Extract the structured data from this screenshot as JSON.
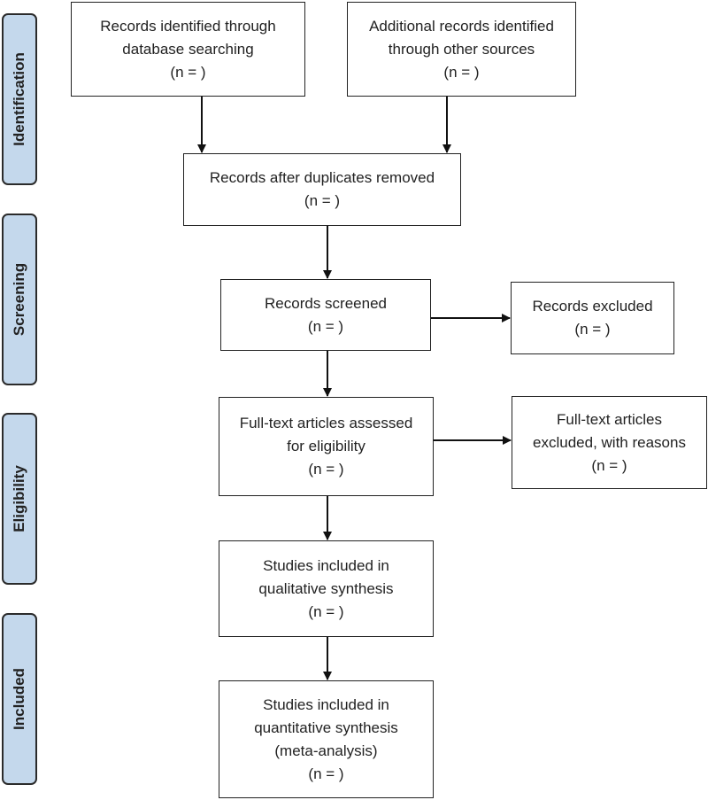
{
  "phases": {
    "identification": "Identification",
    "screening": "Screening",
    "eligibility": "Eligibility",
    "included": "Included"
  },
  "boxes": {
    "db_search": {
      "line1": "Records identified through",
      "line2": "database searching",
      "count": "(n = )"
    },
    "other_sources": {
      "line1": "Additional records identified",
      "line2": "through other sources",
      "count": "(n = )"
    },
    "duplicates_removed": {
      "line1": "Records after duplicates removed",
      "count": "(n = )"
    },
    "screened": {
      "line1": "Records screened",
      "count": "(n = )"
    },
    "excluded": {
      "line1": "Records excluded",
      "count": "(n = )"
    },
    "fulltext_assessed": {
      "line1": "Full-text articles assessed",
      "line2": "for eligibility",
      "count": "(n = )"
    },
    "fulltext_excluded": {
      "line1": "Full-text articles",
      "line2": "excluded, with reasons",
      "count": "(n = )"
    },
    "qualitative": {
      "line1": "Studies included in",
      "line2": "qualitative synthesis",
      "count": "(n = )"
    },
    "quantitative": {
      "line1": "Studies included in",
      "line2": "quantitative synthesis",
      "line3": "(meta-analysis)",
      "count": "(n = )"
    }
  },
  "colors": {
    "phase_fill": "#c4d8ec",
    "stroke": "#222222"
  }
}
